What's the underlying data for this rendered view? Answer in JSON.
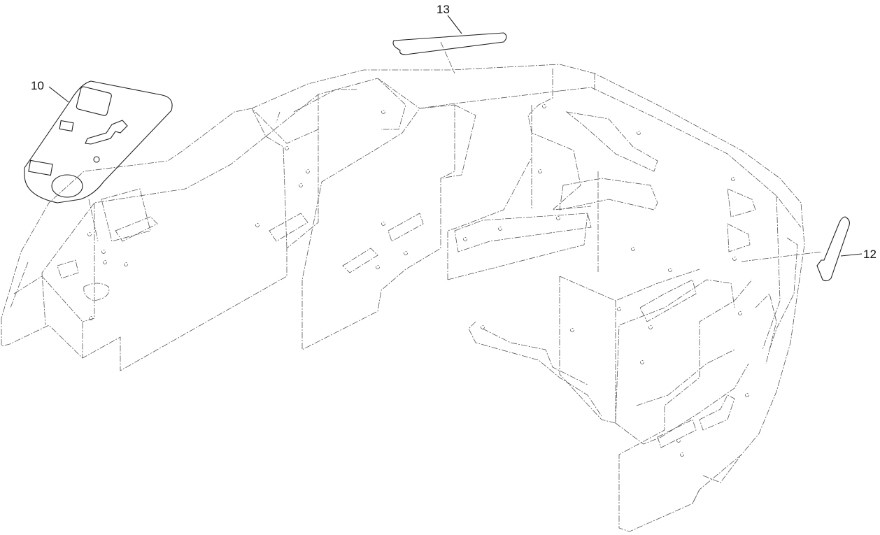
{
  "diagram": {
    "callouts": [
      {
        "id": "part-10",
        "label": "10"
      },
      {
        "id": "part-13",
        "label": "13"
      },
      {
        "id": "part-12",
        "label": "12"
      }
    ],
    "colors": {
      "line": "#222222",
      "phantom": "#555555",
      "background": "#ffffff"
    }
  }
}
